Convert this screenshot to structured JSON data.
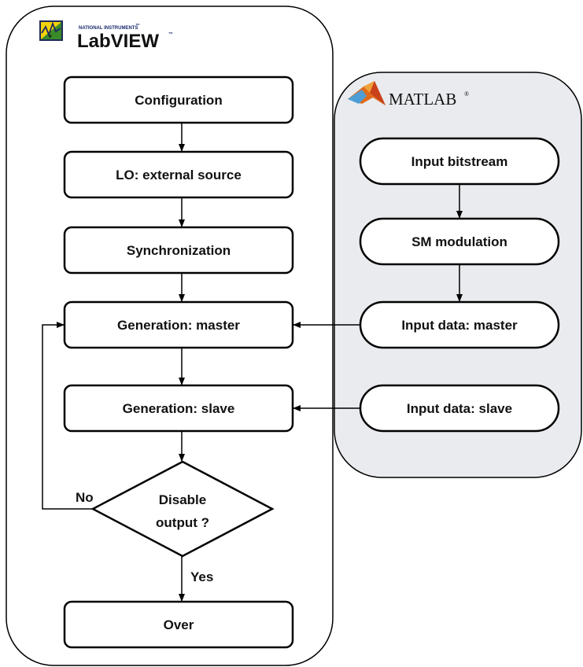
{
  "labview_panel": {
    "logo": {
      "vendor": "NATIONAL INSTRUMENTS",
      "vendor_tm": "™",
      "product": "LabVIEW",
      "product_tm": "™",
      "icon": "labview-logo-icon"
    },
    "boxes": {
      "configuration": "Configuration",
      "lo_source": "LO: external source",
      "synchronization": "Synchronization",
      "generation_master": "Generation: master",
      "generation_slave": "Generation: slave",
      "over": "Over"
    },
    "decision": {
      "line1": "Disable",
      "line2": "output ?",
      "no_label": "No",
      "yes_label": "Yes"
    }
  },
  "matlab_panel": {
    "logo": {
      "product": "MATLAB",
      "registered": "®",
      "icon": "matlab-membrane-icon"
    },
    "nodes": {
      "input_bitstream": "Input bitstream",
      "sm_modulation": "SM modulation",
      "input_master": "Input data: master",
      "input_slave": "Input data: slave"
    },
    "panel_color": "#e9ebee"
  },
  "colors": {
    "stroke": "#000000",
    "fill": "#ffffff"
  }
}
